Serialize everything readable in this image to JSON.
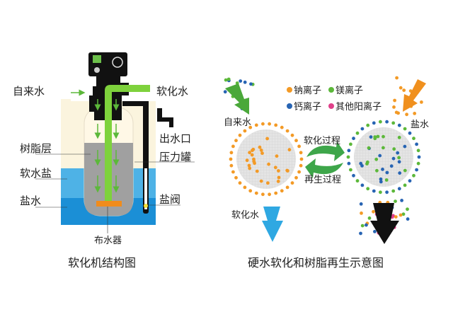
{
  "left": {
    "title": "软化机结构图",
    "labels": {
      "tap_water": "自来水",
      "soft_water": "软化水",
      "outlet": "出水口",
      "pressure_tank": "压力罐",
      "resin_layer": "树脂层",
      "softening_salt": "软水盐",
      "brine": "盐水",
      "salt_valve": "盐阀",
      "distributor": "布水器"
    }
  },
  "right": {
    "title": "硬水软化和树脂再生示意图",
    "legend": [
      {
        "label": "钠离子",
        "color": "#f39a26"
      },
      {
        "label": "镁离子",
        "color": "#5cb83a"
      },
      {
        "label": "钙离子",
        "color": "#2764b3"
      },
      {
        "label": "其他阳离子",
        "color": "#e0408a"
      }
    ],
    "labels": {
      "tap_water": "自来水",
      "brine": "盐水",
      "softening_process": "软化过程",
      "regeneration_process": "再生过程",
      "soft_water": "软化水"
    }
  }
}
